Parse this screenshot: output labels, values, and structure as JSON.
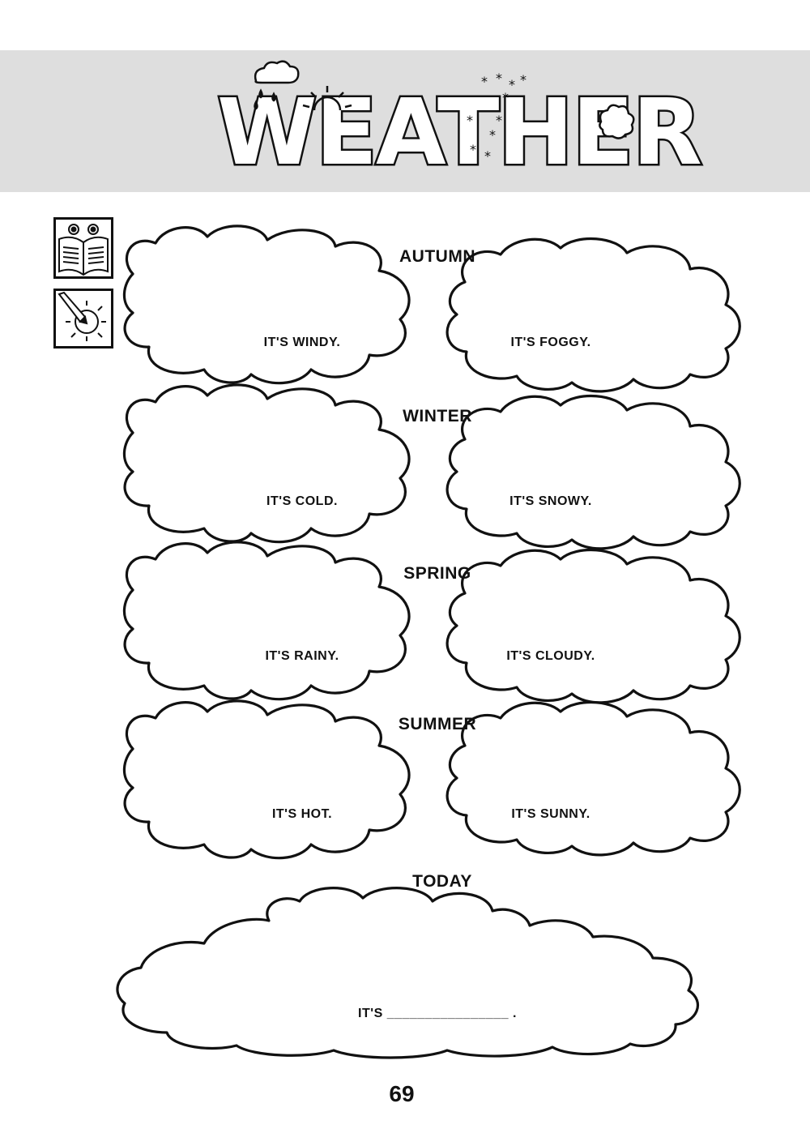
{
  "title": "WEATHER",
  "seasons": [
    {
      "name": "AUTUMN",
      "left": "IT'S WINDY.",
      "right": "IT'S FOGGY."
    },
    {
      "name": "WINTER",
      "left": "IT'S COLD.",
      "right": "IT'S SNOWY."
    },
    {
      "name": "SPRING",
      "left": "IT'S RAINY.",
      "right": "IT'S CLOUDY."
    },
    {
      "name": "SUMMER",
      "left": "IT'S HOT.",
      "right": "IT'S SUNNY."
    }
  ],
  "today": {
    "label": "TODAY",
    "sentence": "IT'S ________________ ."
  },
  "page_number": "69",
  "colors": {
    "ink": "#111111",
    "band": "#dedede",
    "paper": "#ffffff"
  },
  "icons": [
    "reading-book-icon",
    "pencil-drawing-sun-icon"
  ]
}
